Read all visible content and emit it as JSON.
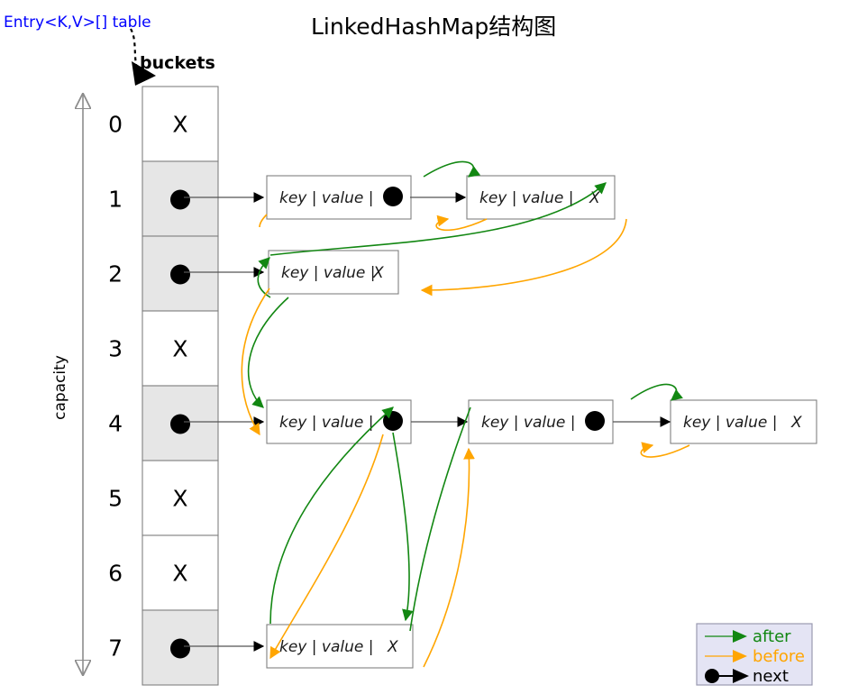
{
  "title": "LinkedHashMap结构图",
  "labels": {
    "table_ref": "Entry<K,V>[] table",
    "buckets": "buckets",
    "capacity": "capacity",
    "null_mark": "X"
  },
  "colors": {
    "after": "#128712",
    "before": "#ffa500",
    "next": "#000000",
    "table_ref": "#0000ff",
    "cell_filled_bg": "#e6e6e6",
    "cell_empty_bg": "#ffffff",
    "cell_border": "#808080",
    "legend_bg": "#e4e4f4",
    "legend_border": "#9a9ab0"
  },
  "buckets": [
    {
      "index": "0",
      "filled": false,
      "content": "X"
    },
    {
      "index": "1",
      "filled": true,
      "content": "●"
    },
    {
      "index": "2",
      "filled": true,
      "content": "●"
    },
    {
      "index": "3",
      "filled": false,
      "content": "X"
    },
    {
      "index": "4",
      "filled": true,
      "content": "●"
    },
    {
      "index": "5",
      "filled": false,
      "content": "X"
    },
    {
      "index": "6",
      "filled": false,
      "content": "X"
    },
    {
      "index": "7",
      "filled": true,
      "content": "●"
    }
  ],
  "entry_fields": {
    "key": "key",
    "sep": "|",
    "value": "value"
  },
  "chains": [
    {
      "bucket": "1",
      "entries": [
        {
          "id": "e1a",
          "key": "key",
          "value": "value",
          "next": "●"
        },
        {
          "id": "e1b",
          "key": "key",
          "value": "value",
          "next": "X"
        }
      ]
    },
    {
      "bucket": "2",
      "entries": [
        {
          "id": "e2a",
          "key": "key",
          "value": "value",
          "next": "X"
        }
      ]
    },
    {
      "bucket": "4",
      "entries": [
        {
          "id": "e4a",
          "key": "key",
          "value": "value",
          "next": "●"
        },
        {
          "id": "e4b",
          "key": "key",
          "value": "value",
          "next": "●"
        },
        {
          "id": "e4c",
          "key": "key",
          "value": "value",
          "next": "X"
        }
      ]
    },
    {
      "bucket": "7",
      "entries": [
        {
          "id": "e7a",
          "key": "key",
          "value": "value",
          "next": "X"
        }
      ]
    }
  ],
  "legend": {
    "items": [
      {
        "label": "after",
        "color": "#128712",
        "icon": "arrow-right-icon"
      },
      {
        "label": "before",
        "color": "#ffa500",
        "icon": "arrow-right-icon"
      },
      {
        "label": "next",
        "color": "#000000",
        "icon": "dot-arrow-icon"
      }
    ]
  }
}
